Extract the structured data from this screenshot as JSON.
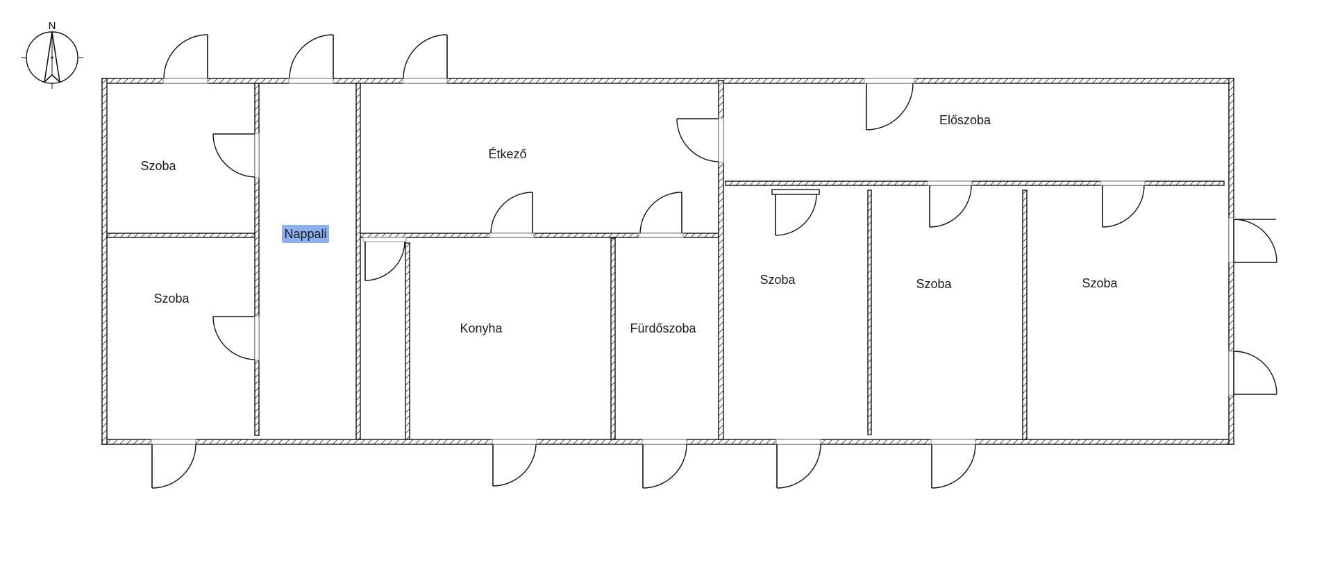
{
  "diagram": {
    "compass": {
      "north_label": "N",
      "icon": "north-arrow-icon"
    },
    "selected_room": "Nappali",
    "selection_color": "#8fb0f0",
    "wall_color": "#111111",
    "rooms": [
      {
        "id": "szoba-1",
        "label": "Szoba"
      },
      {
        "id": "szoba-2",
        "label": "Szoba"
      },
      {
        "id": "nappali",
        "label": "Nappali"
      },
      {
        "id": "etkezo",
        "label": "Étkező"
      },
      {
        "id": "konyha",
        "label": "Konyha"
      },
      {
        "id": "furdoszoba",
        "label": "Fürdőszoba"
      },
      {
        "id": "eloszoba",
        "label": "Előszoba"
      },
      {
        "id": "szoba-3",
        "label": "Szoba"
      },
      {
        "id": "szoba-4",
        "label": "Szoba"
      },
      {
        "id": "szoba-5",
        "label": "Szoba"
      }
    ]
  }
}
